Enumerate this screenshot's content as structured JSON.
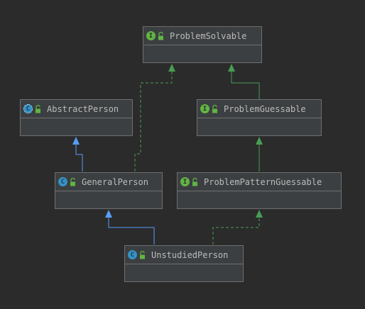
{
  "diagram": {
    "nodes": [
      {
        "id": "problem-solvable",
        "label": "ProblemSolvable",
        "kind": "interface",
        "badge": "I"
      },
      {
        "id": "abstract-person",
        "label": "AbstractPerson",
        "kind": "abstract",
        "badge": "C"
      },
      {
        "id": "problem-guessable",
        "label": "ProblemGuessable",
        "kind": "interface",
        "badge": "I"
      },
      {
        "id": "general-person",
        "label": "GeneralPerson",
        "kind": "class",
        "badge": "C"
      },
      {
        "id": "problem-pattern-guessable",
        "label": "ProblemPatternGuessable",
        "kind": "interface",
        "badge": "I"
      },
      {
        "id": "unstudied-person",
        "label": "UnstudiedPerson",
        "kind": "class",
        "badge": "C"
      }
    ],
    "edges": [
      {
        "from": "general-person",
        "to": "abstract-person",
        "type": "extends"
      },
      {
        "from": "general-person",
        "to": "problem-solvable",
        "type": "implements"
      },
      {
        "from": "problem-guessable",
        "to": "problem-solvable",
        "type": "extends"
      },
      {
        "from": "problem-pattern-guessable",
        "to": "problem-guessable",
        "type": "extends"
      },
      {
        "from": "unstudied-person",
        "to": "general-person",
        "type": "extends"
      },
      {
        "from": "unstudied-person",
        "to": "problem-pattern-guessable",
        "type": "implements"
      }
    ],
    "colors": {
      "class_edge": "#589df6",
      "interface_edge": "#499c54",
      "node_fill": "#3c3f41",
      "node_border": "#6e6e6e",
      "text": "#bbbbbb"
    }
  }
}
